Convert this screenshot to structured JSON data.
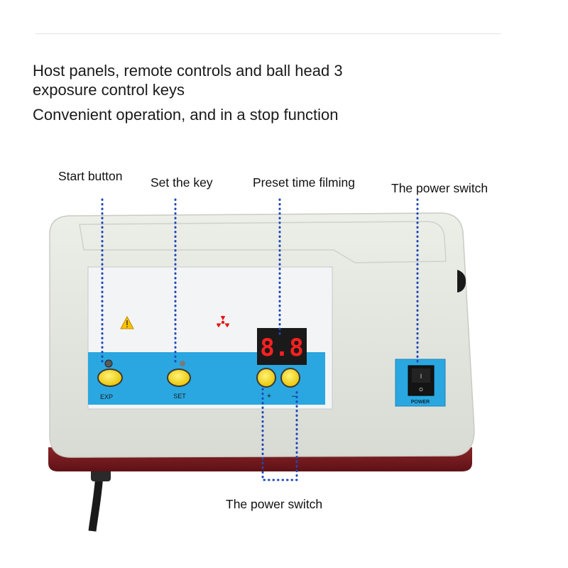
{
  "headline": {
    "line1": "Host panels, remote controls and ball head 3",
    "line2": "exposure control keys",
    "line3": "Convenient operation, and in a stop function"
  },
  "callouts": {
    "start_button": "Start button",
    "set_key": "Set the key",
    "preset_time": "Preset time filming",
    "power_switch_top": "The power switch",
    "power_switch_bottom": "The power switch"
  },
  "device": {
    "display_value": "8.8",
    "exp_label": "EXP",
    "set_label": "SET",
    "plus_label": "+",
    "minus_label": "–",
    "power_label": "POWER",
    "rocker_on": "I",
    "rocker_off": "O"
  },
  "colors": {
    "callout_dots": "#1f47b8",
    "panel_blue": "#2aa7e0",
    "button_yellow": "#f4d300",
    "display_red": "#e01818",
    "base_maroon": "#7a1a1f"
  }
}
